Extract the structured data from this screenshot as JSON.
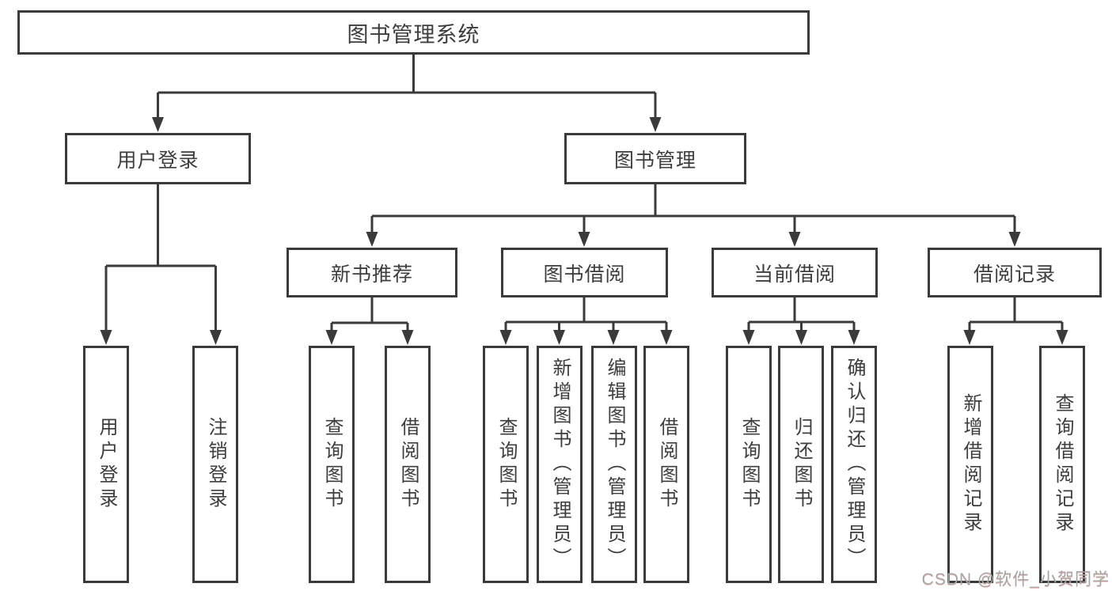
{
  "diagram_type": "tree",
  "tree": {
    "label": "图书管理系统",
    "children": [
      {
        "label": "用户登录",
        "children": [
          {
            "label": "用户登录"
          },
          {
            "label": "注销登录"
          }
        ]
      },
      {
        "label": "图书管理",
        "children": [
          {
            "label": "新书推荐",
            "children": [
              {
                "label": "查询图书"
              },
              {
                "label": "借阅图书"
              }
            ]
          },
          {
            "label": "图书借阅",
            "children": [
              {
                "label": "查询图书"
              },
              {
                "label": "新增图书（管理员）"
              },
              {
                "label": "编辑图书（管理员）"
              },
              {
                "label": "借阅图书"
              }
            ]
          },
          {
            "label": "当前借阅",
            "children": [
              {
                "label": "查询图书"
              },
              {
                "label": "归还图书"
              },
              {
                "label": "确认归还（管理员）"
              }
            ]
          },
          {
            "label": "借阅记录",
            "children": [
              {
                "label": "新增借阅记录"
              },
              {
                "label": "查询借阅记录"
              }
            ]
          }
        ]
      }
    ]
  },
  "watermark": {
    "text": "CSDN @软件_小贺同学"
  },
  "colors": {
    "background": "#ffffff",
    "line": "#3a3a3a",
    "text": "#3d3d3d",
    "watermark": "#a6a6a6"
  }
}
